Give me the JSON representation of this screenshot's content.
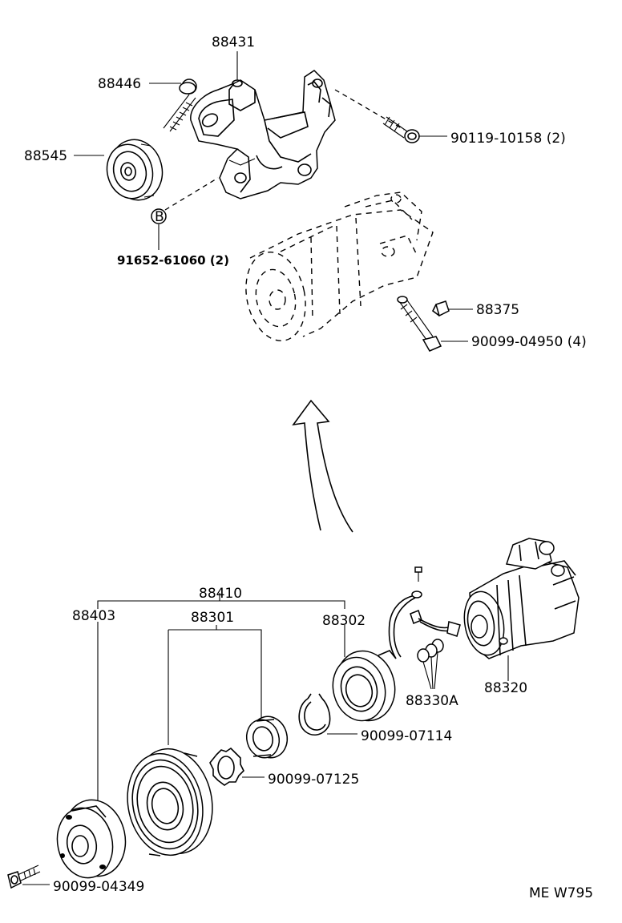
{
  "parts": {
    "p88431": "88431",
    "p88446": "88446",
    "p88545": "88545",
    "p90119": "90119-10158 (2)",
    "p91652": "91652-61060 (2)",
    "p88375": "88375",
    "p90099_04950": "90099-04950 (4)",
    "p88410": "88410",
    "p88403": "88403",
    "p88301": "88301",
    "p88302": "88302",
    "p88320": "88320",
    "p88330A": "88330A",
    "p90099_07114": "90099-07114",
    "p90099_07125": "90099-07125",
    "p90099_04349": "90099-04349"
  },
  "marker_letter": "B",
  "diagram_code": "ME W795"
}
